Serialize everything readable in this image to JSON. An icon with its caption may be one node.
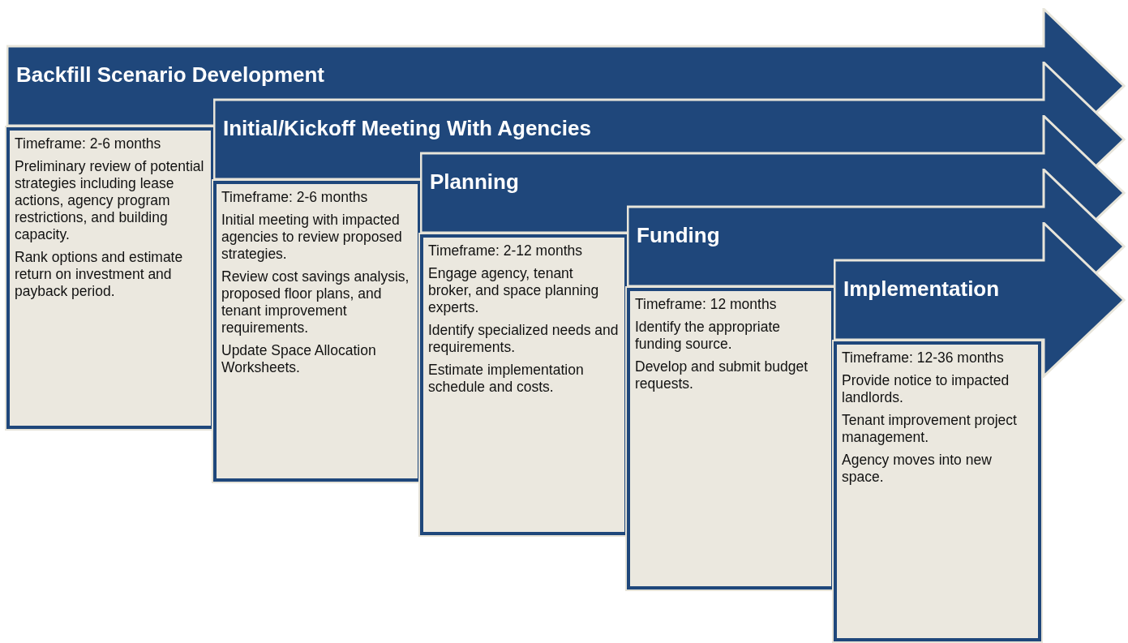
{
  "diagram": {
    "nodes": [
      {
        "text": [
          "Backfill Scenario Development"
        ]
      },
      {
        "text": [
          "Timeframe: 2-6 months",
          "Preliminary review of potential strategies including lease actions, agency program restrictions, and building capacity.",
          "Rank options and estimate return on investment and payback period."
        ]
      },
      {
        "text": [
          "Initial/Kickoff Meeting With Agencies"
        ]
      },
      {
        "text": [
          "Timeframe: 2-6 months",
          "Initial meeting with impacted agencies to review proposed strategies.",
          "Review cost savings analysis, proposed floor plans, and tenant improvement requirements.",
          "Update Space Allocation Worksheets."
        ]
      },
      {
        "text": [
          "Planning"
        ]
      },
      {
        "text": [
          "Timeframe: 2-12 months",
          "Engage agency, tenant broker, and space planning experts.",
          "Identify specialized needs and requirements.",
          "Estimate implementation schedule and costs."
        ]
      },
      {
        "text": [
          "Funding"
        ]
      },
      {
        "text": [
          "Timeframe:  12 months",
          "Identify the appropriate funding source.",
          "Develop and submit budget requests."
        ]
      },
      {
        "text": [
          "Implementation"
        ]
      },
      {
        "text": [
          "Timeframe:  12-36 months",
          "Provide notice to impacted landlords.",
          "Tenant improvement project management.",
          "Agency moves into new space."
        ]
      }
    ]
  }
}
